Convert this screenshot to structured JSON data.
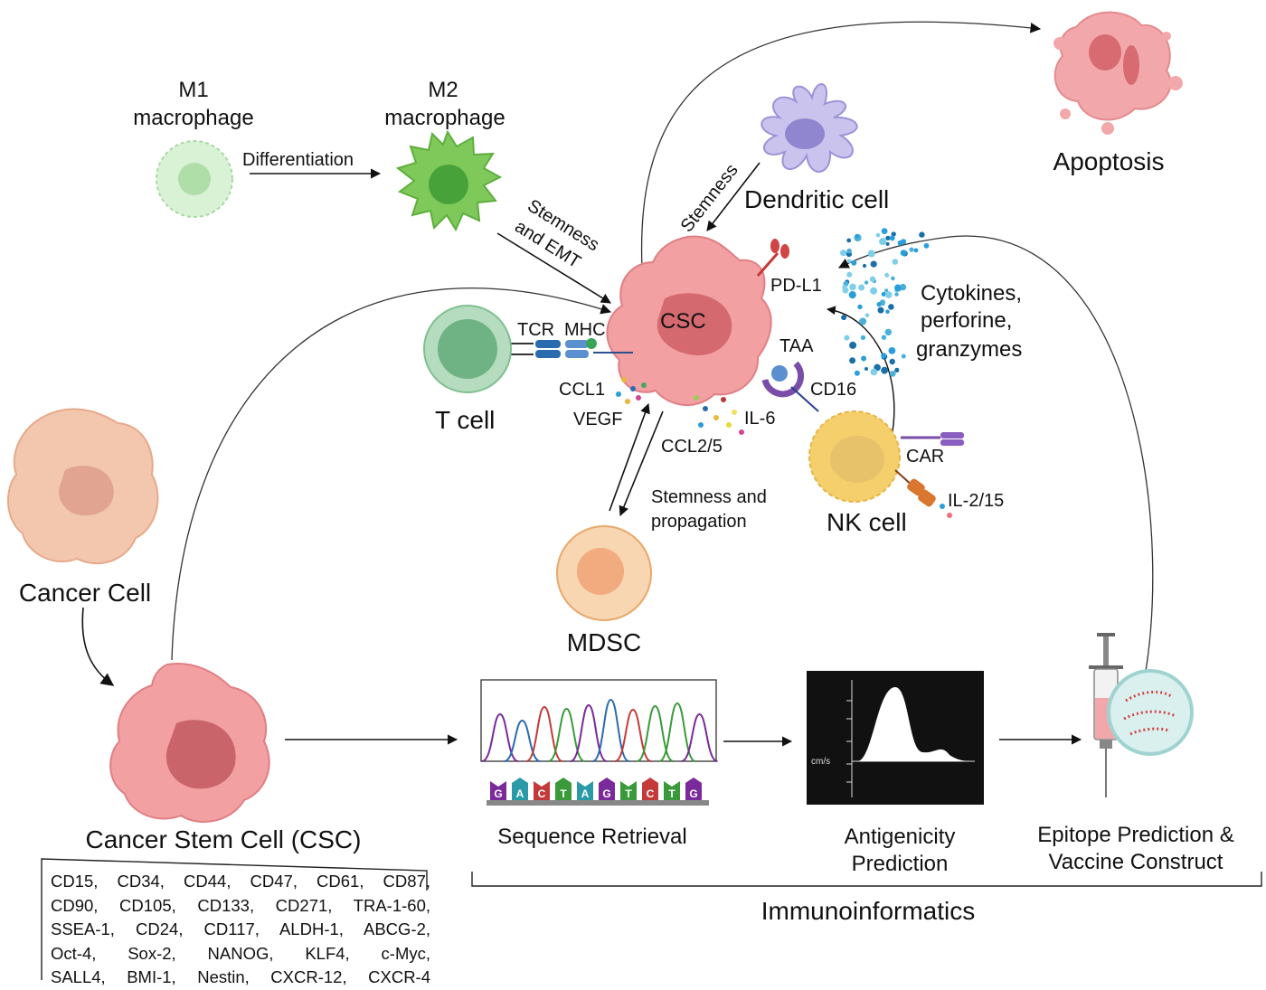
{
  "labels": {
    "m1": [
      "M1",
      "macrophage"
    ],
    "m2": [
      "M2",
      "macrophage"
    ],
    "differentiation": "Differentiation",
    "stemness_emt": [
      "Stemness",
      "and EMT"
    ],
    "stemness_dc": "Stemness",
    "dendritic": "Dendritic cell",
    "apoptosis": "Apoptosis",
    "pdl1": "PD-L1",
    "csc": "CSC",
    "cytokines": [
      "Cytokines,",
      "perforine,",
      "granzymes"
    ],
    "tcr": "TCR",
    "mhc": "MHC",
    "taa": "TAA",
    "cd16": "CD16",
    "ccl1": "CCL1",
    "vegf": "VEGF",
    "il6": "IL-6",
    "ccl25": "CCL2/5",
    "tcell": "T cell",
    "car": "CAR",
    "il215": "IL-2/15",
    "nkcell": "NK cell",
    "stemness_prop": [
      "Stemness and",
      "propagation"
    ],
    "mdsc": "MDSC",
    "cancer_cell": "Cancer Cell",
    "csc_full": "Cancer Stem Cell (CSC)",
    "seq": "Sequence Retrieval",
    "antigen": [
      "Antigenicity",
      "Prediction"
    ],
    "epitope": [
      "Epitope Prediction &",
      "Vaccine Construct"
    ],
    "immuno": "Immunoinformatics",
    "cms": "cm/s"
  },
  "dna_bases": [
    "G",
    "A",
    "C",
    "T",
    "A",
    "G",
    "T",
    "C",
    "T",
    "G"
  ],
  "markers": [
    "CD15, CD34, CD44, CD47, CD61, CD87,",
    "CD90, CD105, CD133, CD271, TRA-1-60,",
    "SSEA-1, CD24, CD117, ALDH-1, ABCG-2,",
    "Oct-4, Sox-2, NANOG, KLF4, c-Myc,",
    "SALL4, BMI-1, Nestin, CXCR-12, CXCR-4"
  ],
  "colors": {
    "csc": "#f2a0a2",
    "csc_nucleus": "#d46a70",
    "m1": "#d9f2d6",
    "m2": "#7fc95a",
    "dendritic": "#b7b0e6",
    "tcell": "#8fcf9c",
    "nk": "#f5cf6b",
    "mdsc": "#f6c79a",
    "cancer": "#f3c7ae",
    "apoptosis": "#f2a8aa"
  }
}
